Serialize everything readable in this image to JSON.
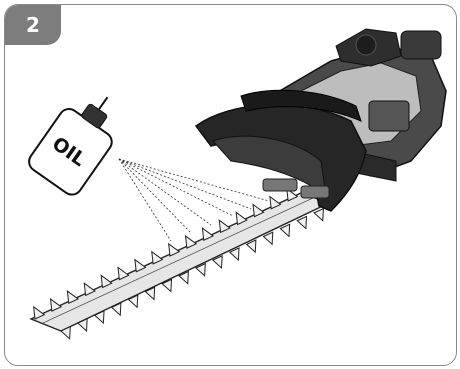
{
  "step": {
    "number": "2",
    "color": "#7d7d7d"
  },
  "oil_can": {
    "label": "OIL"
  },
  "illustration": {
    "subject": "hedge-trimmer",
    "action": "oil-spray-on-blade"
  }
}
